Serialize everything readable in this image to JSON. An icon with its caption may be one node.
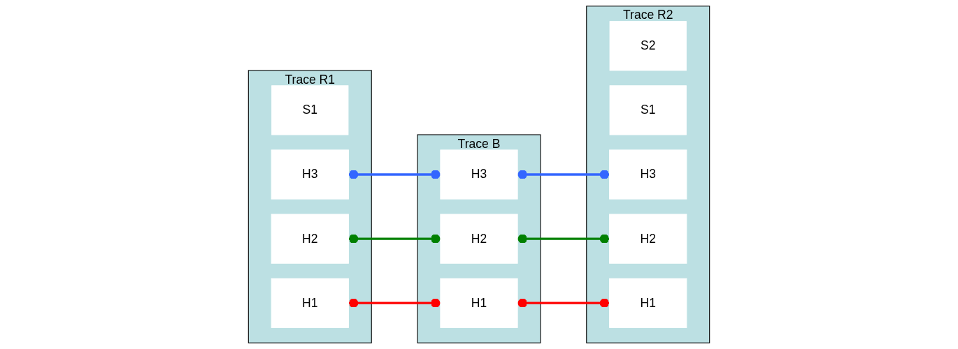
{
  "diagram": {
    "nodes": [
      {
        "text": [
          "Trace R1"
        ]
      },
      {
        "text": [
          "S1"
        ],
        "in": 0
      },
      {
        "text": [
          "H3"
        ],
        "in": 0
      },
      {
        "text": [
          "H2"
        ],
        "in": 0
      },
      {
        "text": [
          "H1"
        ],
        "in": 0
      },
      {
        "text": [
          "Trace B"
        ]
      },
      {
        "text": [
          "H3"
        ],
        "in": 5
      },
      {
        "text": [
          "H2"
        ],
        "in": 5
      },
      {
        "text": [
          "H1"
        ],
        "in": 5
      },
      {
        "text": [
          "Trace R2"
        ]
      },
      {
        "text": [
          "S2"
        ],
        "in": 9
      },
      {
        "text": [
          "S1"
        ],
        "in": 9
      },
      {
        "text": [
          "H3"
        ],
        "in": 9
      },
      {
        "text": [
          "H2"
        ],
        "in": 9
      },
      {
        "text": [
          "H1"
        ],
        "in": 9
      }
    ],
    "edges": [
      {
        "from": 2,
        "to": 6,
        "arrow": "other",
        "color": "#3366ff"
      },
      {
        "from": 3,
        "to": 7,
        "arrow": "other",
        "color": "#008000"
      },
      {
        "from": 4,
        "to": 8,
        "arrow": "other",
        "color": "#ff0000"
      },
      {
        "from": 6,
        "to": 12,
        "arrow": "other",
        "color": "#3366ff"
      },
      {
        "from": 7,
        "to": 13,
        "arrow": "other",
        "color": "#008000"
      },
      {
        "from": 8,
        "to": 14,
        "arrow": "other",
        "color": "#ff0000"
      }
    ]
  }
}
